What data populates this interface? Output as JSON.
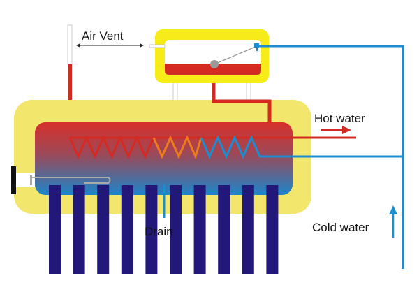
{
  "labels": {
    "air_vent": "Air Vent",
    "hot_water": "Hot water",
    "cold_water": "Cold water",
    "drain": "Drain"
  },
  "colors": {
    "insulation": "#f2e66c",
    "header_box": "#f7ec1a",
    "hot": "#d42a22",
    "cold": "#1a8ed2",
    "warm": "#ee7a1e",
    "tube": "#22187a"
  },
  "tube_count": 10
}
